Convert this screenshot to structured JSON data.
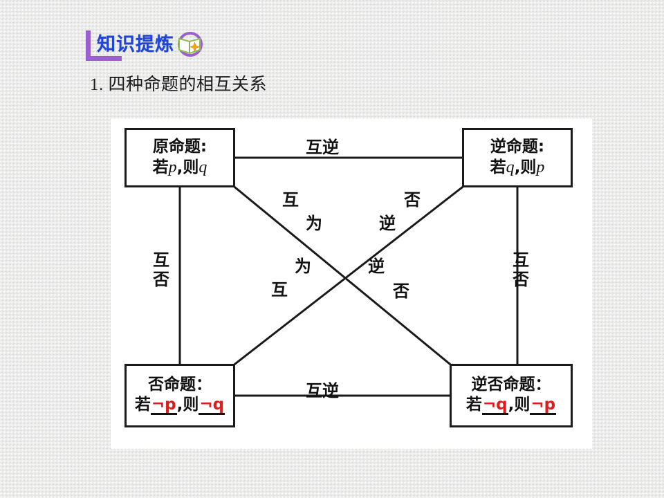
{
  "header": {
    "title": "知识提炼",
    "icon": "open-book-star-icon",
    "bracket_color": "#9b5fd0",
    "title_color": "#1f45d6"
  },
  "section": {
    "heading": "1. 四种命题的相互关系"
  },
  "diagram": {
    "type": "four-propositions-relationship",
    "negation_color": "#e01b1b",
    "line_color": "#1a1a1a",
    "panel_color": "#ffffff",
    "boxes": [
      {
        "id": "original",
        "position": "top-left",
        "title": "原命题:",
        "body_prefix": "若",
        "antecedent": "p",
        "separator": ",则",
        "consequent": "q",
        "negated": false
      },
      {
        "id": "converse",
        "position": "top-right",
        "title": "逆命题:",
        "body_prefix": "若",
        "antecedent": "q",
        "separator": ",则",
        "consequent": "p",
        "negated": false
      },
      {
        "id": "inverse",
        "position": "bottom-left",
        "title": "否命题：",
        "body_prefix": "若",
        "antecedent": "p",
        "separator": ",则",
        "consequent": "q",
        "negated": true
      },
      {
        "id": "contrapositive",
        "position": "bottom-right",
        "title": "逆否命题：",
        "body_prefix": "若",
        "antecedent": "q",
        "separator": ",则",
        "consequent": "p",
        "negated": true
      }
    ],
    "edges": [
      {
        "id": "top",
        "label": "互逆",
        "from": "original",
        "to": "converse",
        "orientation": "horizontal"
      },
      {
        "id": "bottom",
        "label": "互逆",
        "from": "inverse",
        "to": "contrapositive",
        "orientation": "horizontal"
      },
      {
        "id": "left",
        "label": "互否",
        "from": "original",
        "to": "inverse",
        "orientation": "vertical"
      },
      {
        "id": "right",
        "label": "互否",
        "from": "converse",
        "to": "contrapositive",
        "orientation": "vertical"
      },
      {
        "id": "diag-upper",
        "label": "互为逆否",
        "from": "inverse",
        "to": "converse",
        "orientation": "diagonal",
        "chars": [
          "互",
          "为",
          "逆",
          "否"
        ]
      },
      {
        "id": "diag-lower",
        "label": "互为逆否",
        "from": "original",
        "to": "contrapositive",
        "orientation": "diagonal",
        "chars": [
          "互",
          "为",
          "逆",
          "否"
        ]
      }
    ]
  }
}
